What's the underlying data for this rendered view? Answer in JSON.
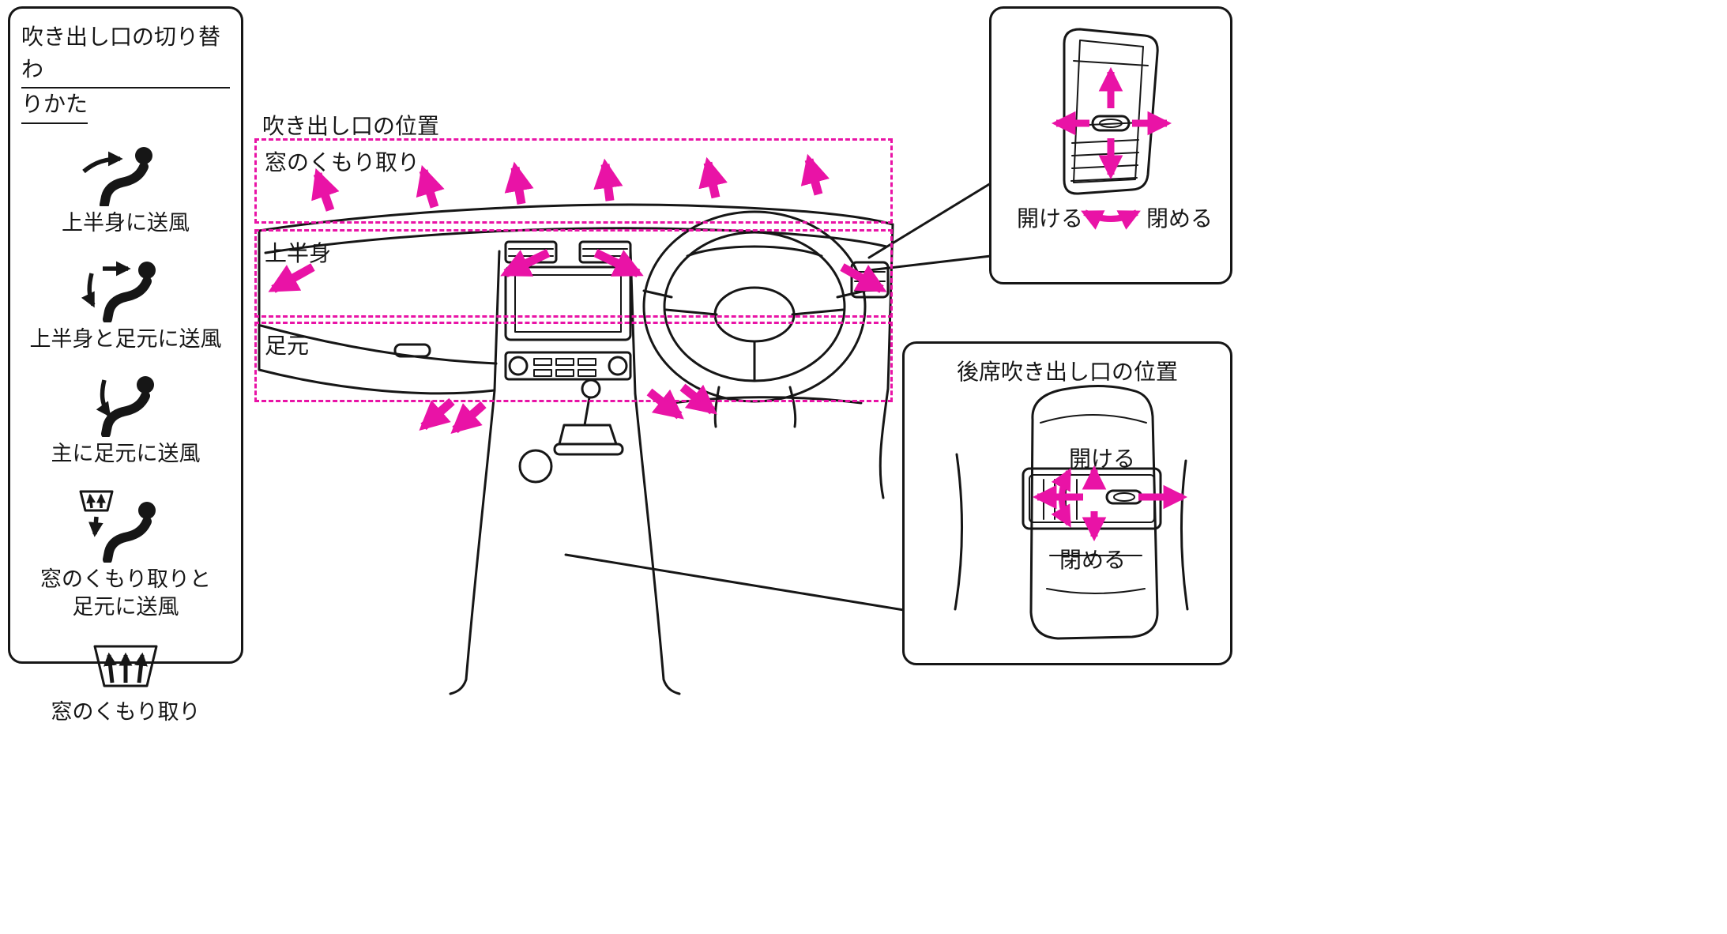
{
  "accent": "#e913a6",
  "ink": "#161616",
  "left_panel": {
    "title_line1": "吹き出し口の切り替わ",
    "title_line2": "りかた",
    "modes": [
      {
        "icon": "face-airflow-icon",
        "label": "上半身に送風"
      },
      {
        "icon": "bilevel-airflow-icon",
        "label": "上半身と足元に送風"
      },
      {
        "icon": "foot-airflow-icon",
        "label": "主に足元に送風"
      },
      {
        "icon": "defrost-foot-airflow-icon",
        "label": "窓のくもり取りと",
        "label2": "足元に送風"
      },
      {
        "icon": "defrost-icon",
        "label": "窓のくもり取り"
      }
    ]
  },
  "main_diagram": {
    "title": "吹き出し口の位置",
    "zones": [
      {
        "label": "窓のくもり取り"
      },
      {
        "label": "上半身"
      },
      {
        "label": "足元"
      }
    ]
  },
  "front_vent_panel": {
    "open_label": "開ける",
    "close_label": "閉める"
  },
  "rear_vent_panel": {
    "title": "後席吹き出し口の位置",
    "open_label": "開ける",
    "close_label": "閉める"
  }
}
